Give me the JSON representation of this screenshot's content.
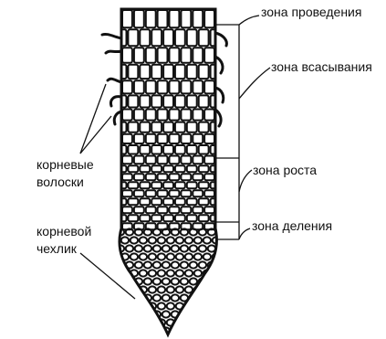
{
  "diagram": {
    "labels": {
      "conduction_zone": "зона проведения",
      "absorption_zone": "зона всасывания",
      "growth_zone": "зона роста",
      "division_zone": "зона деления",
      "root_hairs_line1": "корневые",
      "root_hairs_line2": "волоски",
      "root_cap_line1": "корневой",
      "root_cap_line2": "чехлик"
    },
    "colors": {
      "ink": "#111111",
      "background": "#ffffff"
    }
  }
}
